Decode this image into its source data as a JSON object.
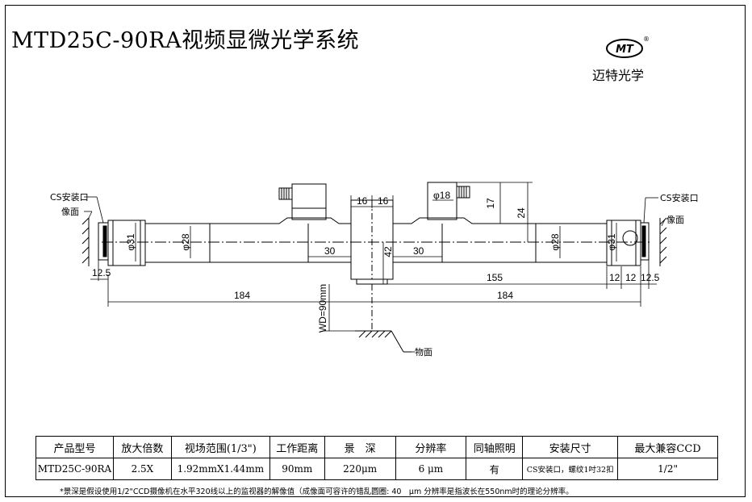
{
  "title": "MTD25C-90RA视频显微光学系统",
  "logo": {
    "mark": "MT",
    "registered": "®",
    "company": "迈特光学"
  },
  "labels": {
    "cs_mount_left": "CS安装口",
    "image_plane_left": "像面",
    "cs_mount_right": "CS安装口",
    "image_plane_right": "像面",
    "object_plane": "物面"
  },
  "dimensions": {
    "d31_left": "φ31",
    "d28_left": "φ28",
    "d18": "φ18",
    "d28_right": "φ28",
    "d31_right": "φ31",
    "w16_a": "16",
    "w16_b": "16",
    "h17": "17",
    "h24": "24",
    "l30_left": "30",
    "l42": "42",
    "l30_right": "30",
    "l12_5_left": "12.5",
    "l155": "155",
    "l12_a": "12",
    "l12_b": "12",
    "l12_5_right": "12.5",
    "l184_left": "184",
    "l184_right": "184",
    "wd": "WD=90mm"
  },
  "table": {
    "headers": [
      "产品型号",
      "放大倍数",
      "视场范围(1/3\")",
      "工作距离",
      "景　深",
      "分辨率",
      "同轴照明",
      "安装尺寸",
      "最大兼容CCD"
    ],
    "row": [
      "MTD25C-90RA",
      "2.5X",
      "1.92mmX1.44mm",
      "90mm",
      "220μm",
      "6 μm",
      "有",
      "CS安装口，螺纹1吋32扣",
      "1/2\""
    ]
  },
  "footnote": "*景深是假设使用1/2\"CCD摄像机在水平320线以上的监视器的解像值（成像面可容许的错乱圆圈: 40　μm 分辨率是指波长在550nm时的理论分辨率。"
}
